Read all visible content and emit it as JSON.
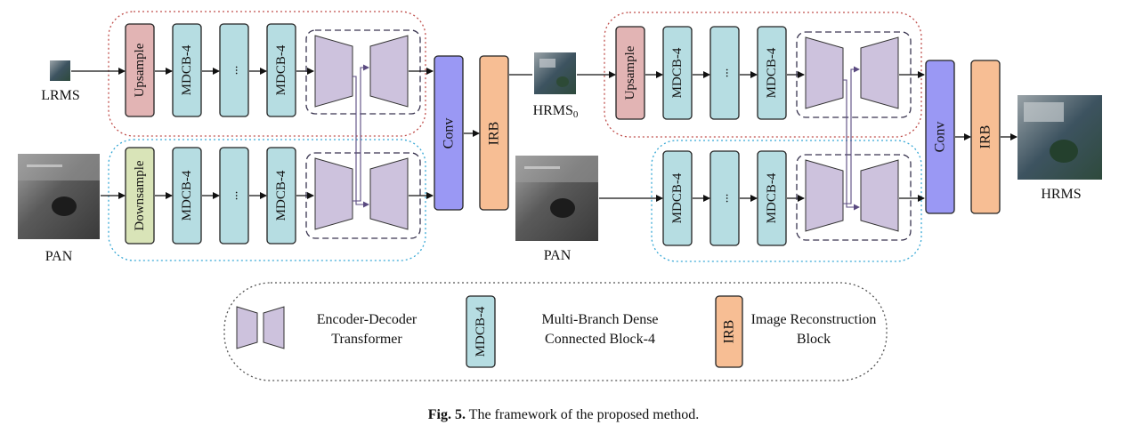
{
  "colors": {
    "upsample": "#e2b4b4",
    "downsample": "#d9e4b8",
    "mdcb": "#b6dde2",
    "conv": "#9a98f4",
    "irb": "#f7be94",
    "transformer": "#cdc2dd",
    "border_red": "#c0504d",
    "border_blue": "#39a9d6",
    "arrow_purple": "#5a4a80"
  },
  "labels": {
    "lrms": "LRMS",
    "pan": "PAN",
    "hrms0": "HRMS",
    "hrms0_sub": "0",
    "hrms": "HRMS",
    "upsample": "Upsample",
    "downsample": "Downsample",
    "mdcb": "MDCB-4",
    "dots": "...",
    "conv": "Conv",
    "irb": "IRB"
  },
  "legend": {
    "transformer_line1": "Encoder-Decoder",
    "transformer_line2": "Transformer",
    "mdcb_label": "MDCB-4",
    "mdcb_line1": "Multi-Branch Dense",
    "mdcb_line2": "Connected Block-4",
    "irb_label": "IRB",
    "irb_line1": "Image Reconstruction",
    "irb_line2": "Block"
  },
  "caption": {
    "fig": "Fig. 5.",
    "text": "The framework of the proposed method."
  }
}
